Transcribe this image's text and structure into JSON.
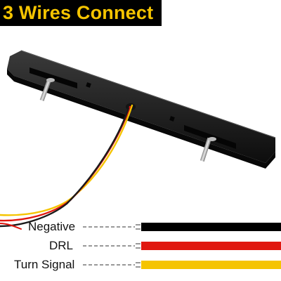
{
  "title": "3 Wires Connect",
  "product": "light-bar",
  "legend": [
    {
      "label": "Negative",
      "color": "#000000"
    },
    {
      "label": "DRL",
      "color": "#e0170f"
    },
    {
      "label": "Turn Signal",
      "color": "#f5c400"
    }
  ],
  "colors": {
    "title_bg": "#000000",
    "title_text": "#f5c400",
    "bar_body": "#1a1a1a"
  },
  "icons": [
    "bolt-icon"
  ]
}
